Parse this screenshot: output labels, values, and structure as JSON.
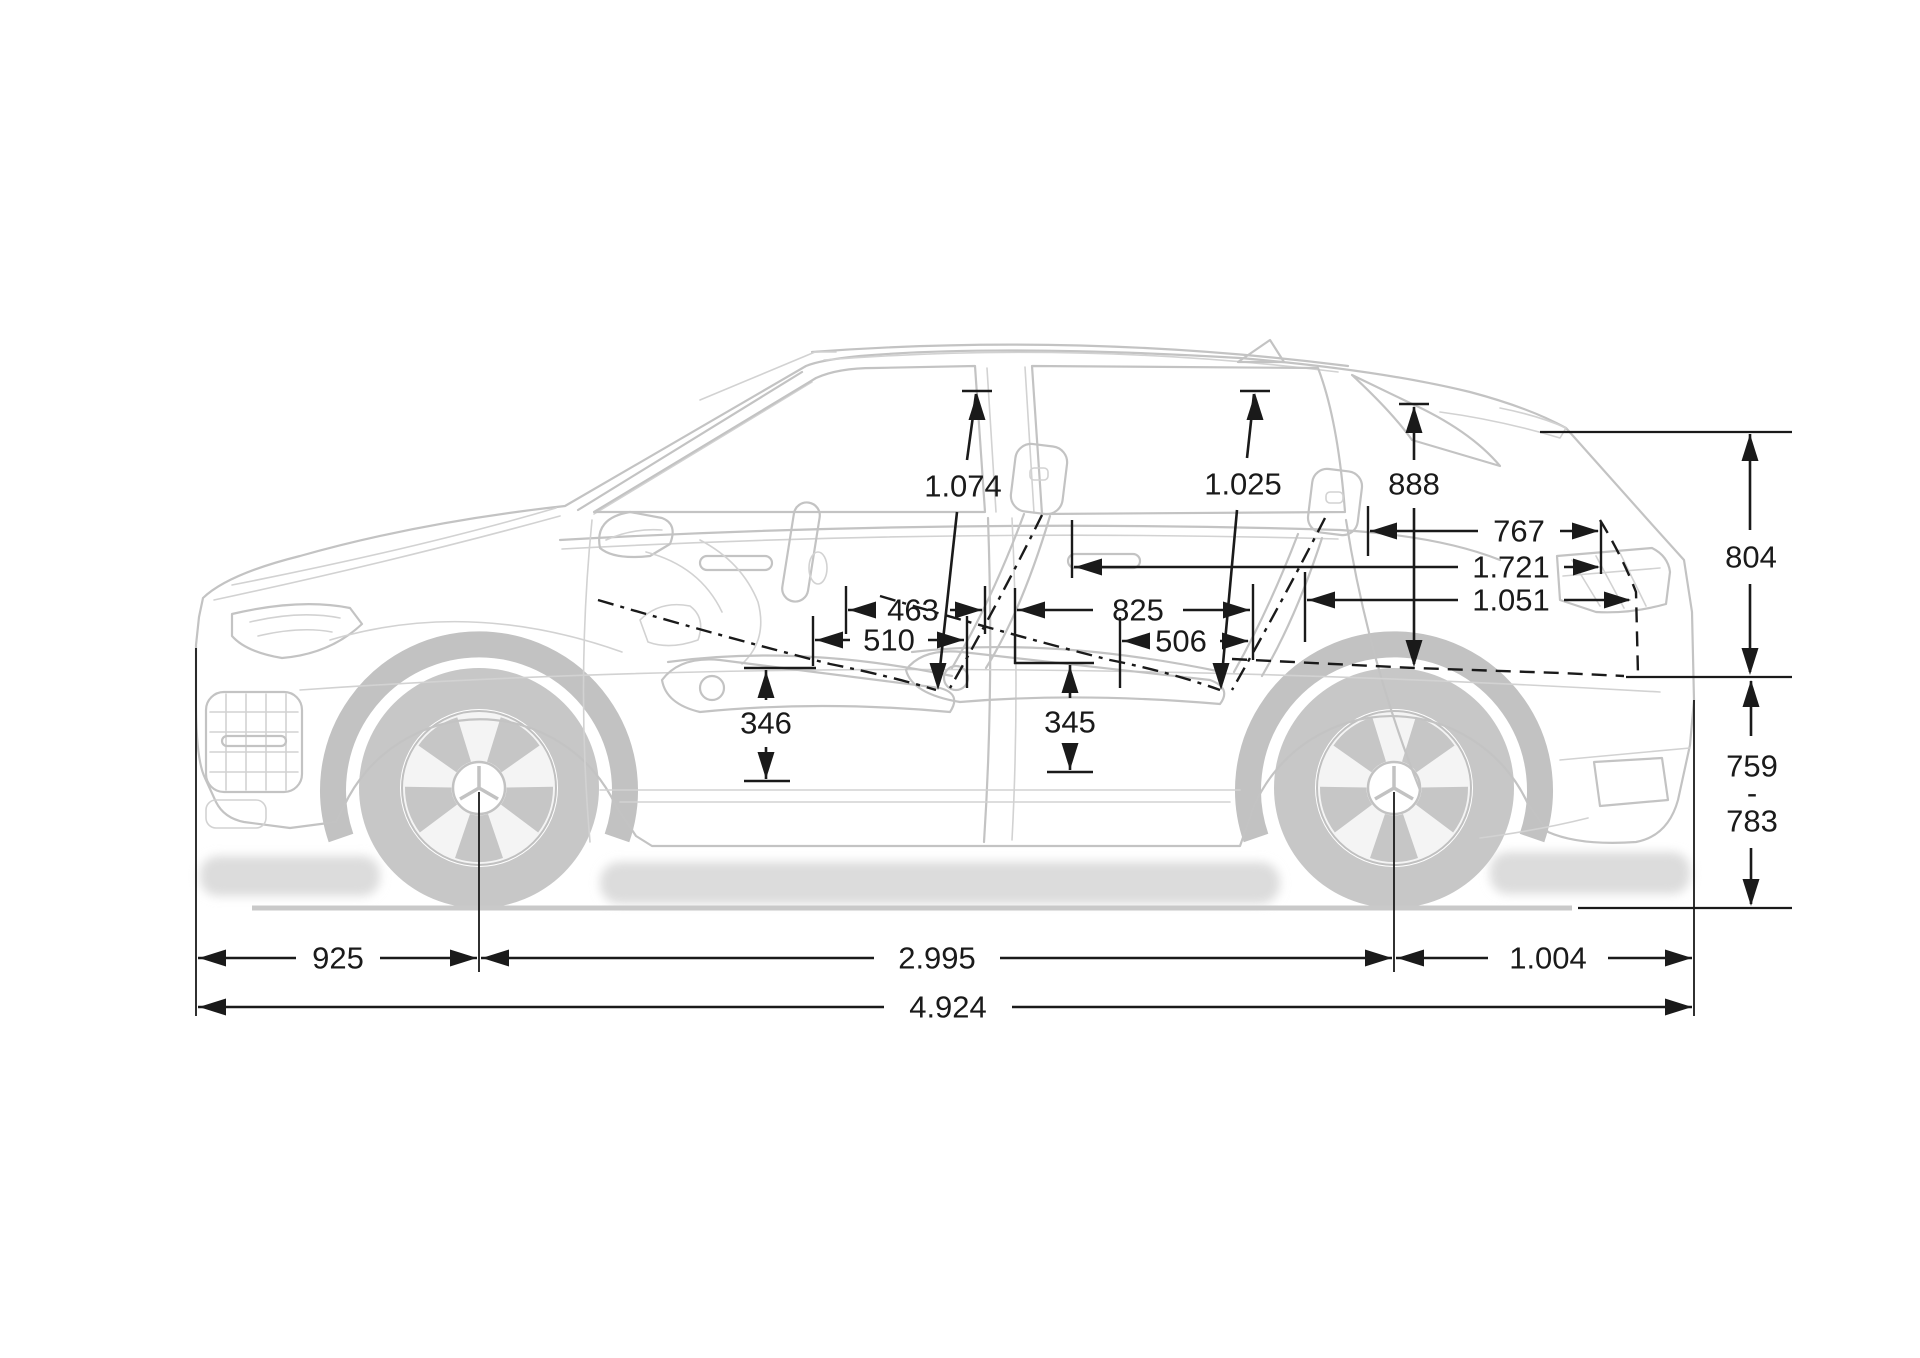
{
  "diagram": {
    "kind": "vehicle-dimension-side-view",
    "colors": {
      "ink": "#1a1a1a",
      "car_line": "#c3c3c3",
      "car_line_soft": "#d2d2d2",
      "wheel_fill": "#c7c7c7",
      "shadow": "#dcdcdc",
      "background": "#ffffff"
    }
  },
  "dims": {
    "front_headroom": "1.074",
    "rear_headroom": "1.025",
    "load_height": "888",
    "load_width_upper": "767",
    "interior_length": "1.721",
    "load_length": "1.051",
    "rear_opening_height": "804",
    "sill_height_from": "759",
    "sill_height_sep": "-",
    "sill_height_to": "783",
    "front_seat_upper": "463",
    "front_seat_lower": "510",
    "front_seat_height": "346",
    "rear_seat_upper": "825",
    "rear_seat_lower": "506",
    "rear_seat_height": "345",
    "front_overhang": "925",
    "wheelbase": "2.995",
    "rear_overhang": "1.004",
    "overall_length": "4.924"
  }
}
